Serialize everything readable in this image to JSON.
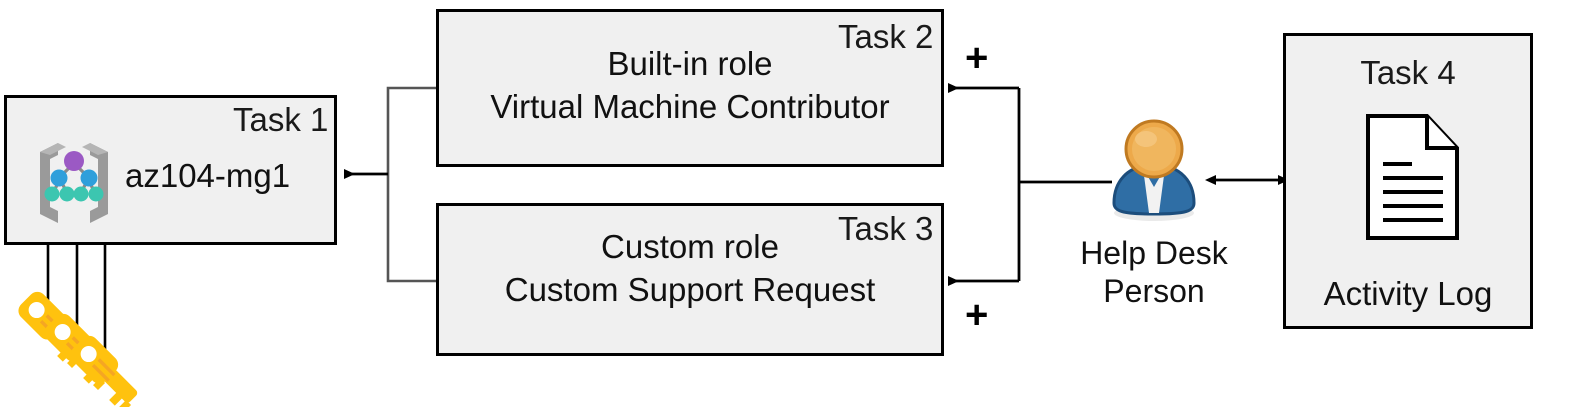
{
  "diagram": {
    "title": "Azure RBAC assignment task diagram",
    "type": "flow-diagram",
    "background_color": "#ffffff",
    "box_fill_color": "#f0f0f0",
    "box_border_color": "#000000",
    "text_color": "#111111"
  },
  "nodes": {
    "task1": {
      "tag": "Task 1",
      "label": "az104-mg1",
      "icon": "management-group-icon",
      "icon_colors": {
        "bracket": "#9a9a9a",
        "root_node": "#9b59c4",
        "mid_node": "#2f9fdb",
        "leaf_node": "#3cc6b0"
      }
    },
    "task2": {
      "tag": "Task 2",
      "line1": "Built-in role",
      "line2": "Virtual Machine Contributor"
    },
    "task3": {
      "tag": "Task 3",
      "line1": "Custom role",
      "line2": "Custom Support Request"
    },
    "task4": {
      "tag": "Task 4",
      "label": "Activity Log",
      "icon": "document-page-icon"
    },
    "person": {
      "label_line1": "Help Desk",
      "label_line2": "Person",
      "icon": "user-person-icon",
      "icon_colors": {
        "head": "#eda94a",
        "head_outline": "#c07a21",
        "body": "#2f6ea5",
        "body_outline": "#1c4d7c",
        "collar": "#f2f2f2"
      }
    },
    "keys": {
      "icon": "keys-icon",
      "count": 3,
      "color": "#fdc218",
      "color_dark": "#f5a623"
    }
  },
  "annotations": {
    "plus_top": "+",
    "plus_bottom": "+"
  },
  "connectors": [
    {
      "name": "task2-to-task1",
      "style": "single-arrow",
      "from": "task2",
      "to": "task1"
    },
    {
      "name": "task3-to-task1",
      "style": "single-arrow",
      "from": "task3",
      "to": "task1"
    },
    {
      "name": "person-to-task2",
      "style": "single-arrow",
      "from": "person",
      "to": "task2"
    },
    {
      "name": "person-to-task3",
      "style": "single-arrow",
      "from": "person",
      "to": "task3"
    },
    {
      "name": "person-to-task4",
      "style": "double-arrow",
      "from": "person",
      "to": "task4"
    },
    {
      "name": "keys-to-task1",
      "style": "triple-arrow-up",
      "from": "keys",
      "to": "task1"
    }
  ]
}
